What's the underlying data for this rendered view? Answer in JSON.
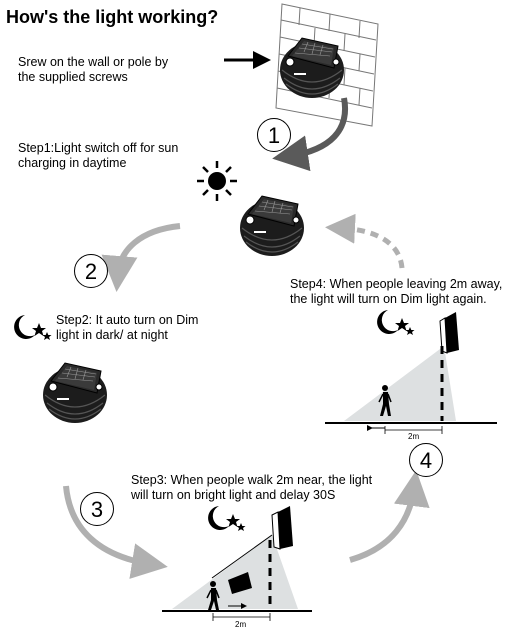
{
  "title": "How's the light working?",
  "mount_text": "Srew on the wall or pole by\nthe supplied screws",
  "step1": "Step1:Light switch off for sun\ncharging in daytime",
  "step2": "Step2: It auto turn on Dim\nlight  in dark/ at night",
  "step3": "Step3: When people walk 2m near, the light\nwill turn on bright light and delay 30S",
  "step4": "Step4: When people leaving 2m away,\nthe light will turn on Dim light again.",
  "num1": "1",
  "num2": "2",
  "num3": "3",
  "num4": "4",
  "dist_step3": "2m",
  "dist_step4": "2m",
  "colors": {
    "arrow_gray": "#b0b0b0",
    "arrow_dark": "#5a5a5a",
    "light_cone": "#dde0e1",
    "ink": "#000000"
  }
}
